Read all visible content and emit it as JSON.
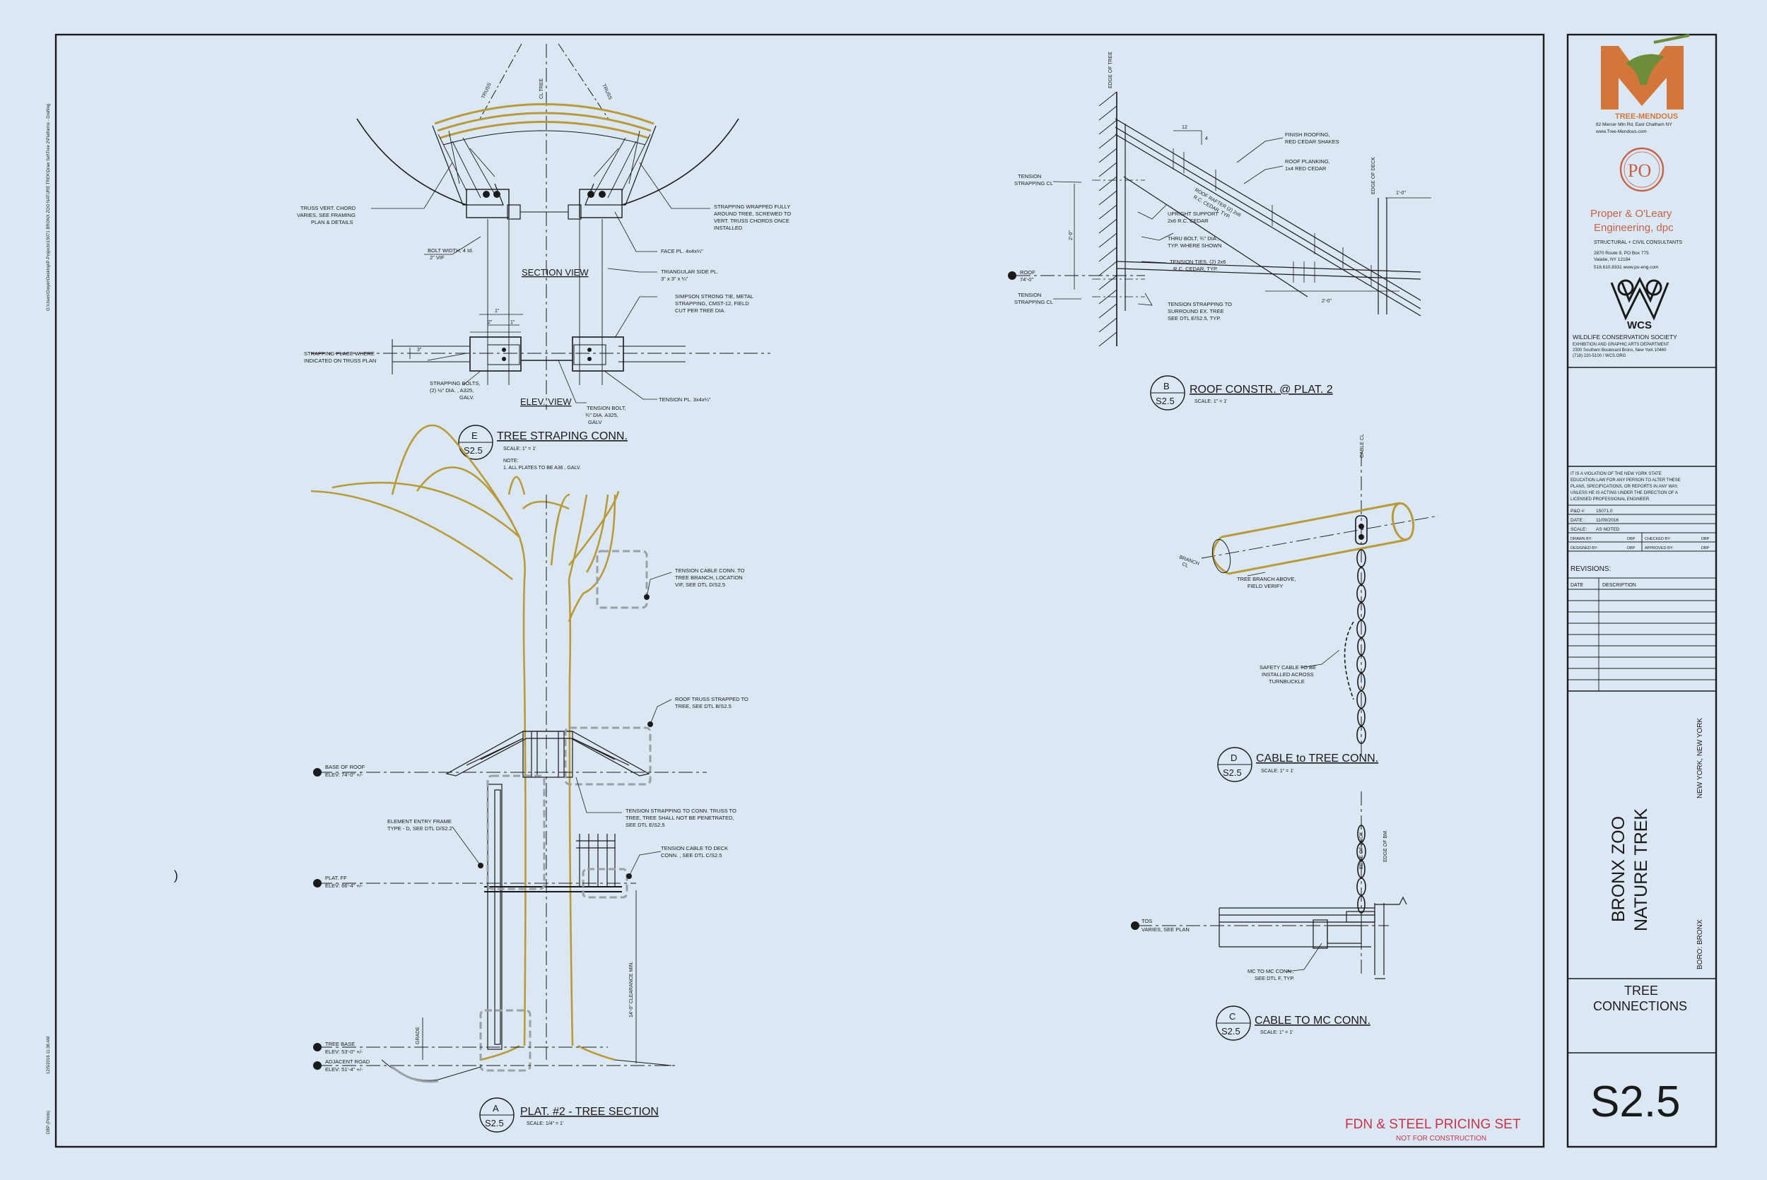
{
  "colors": {
    "background": "#dbe8f4",
    "line": "#1a1a1a",
    "tree": "#b99a3a",
    "logo_orange": "#d2763a",
    "po_red": "#c4624a",
    "stamp_red": "#c8324a"
  },
  "drawings": {
    "E": {
      "letter": "E",
      "sheet": "S2.5",
      "title": "TREE STRAPING CONN.",
      "scale": "SCALE: 1\" = 1'",
      "note_head": "NOTE:",
      "note": "1. ALL PLATES TO BE A36 , GALV.",
      "section_view": "SECTION VIEW",
      "elev_view": "ELEV. VIEW",
      "callouts": {
        "truss_vert": [
          "TRUSS VERT. CHORD",
          "VARIES, SEE FRAMING",
          "PLAN & DETAILS"
        ],
        "strapping_wrapped": [
          "STRAPPING WRAPPED FULLY",
          "AROUND TREE, SCREWED TO",
          "VERT. TRUSS CHORDS ONCE",
          "INSTALLED"
        ],
        "bolt_width": [
          "BOLT WIDTH, 4 Id.",
          "2\" VIF"
        ],
        "face_pl": "FACE PL. 4x4x¼\"",
        "triangular": [
          "TRIANGULAR SIDE PL.",
          "3\" x 3\" x ¼\""
        ],
        "simpson": [
          "SIMPSON STRONG TIE, METAL",
          "STRAPPING, CMST-12, FIELD",
          "CUT PER TREE DIA."
        ],
        "strapping_place": [
          "STRAPPING PLACE WHERE",
          "INDICATED ON TRUSS PLAN"
        ],
        "strapping_bolts": [
          "STRAPPING BOLTS,",
          "(2) ½\" DIA. , A325,",
          "GALV."
        ],
        "tension_bolt": [
          "TENSION BOLT,",
          "¾\" DIA. A325,",
          "GALV"
        ],
        "tension_pl": "TENSION PL. 3x4x¼\"",
        "dim_1": "1\"",
        "dim_2": "2\"",
        "dim_1b": "1\"",
        "dim_3": "3\""
      },
      "axis_labels": [
        "TRUSS",
        "CL TREE",
        "TRUSS"
      ]
    },
    "B": {
      "letter": "B",
      "sheet": "S2.5",
      "title": "ROOF CONSTR. @ PLAT. 2",
      "scale": "SCALE: 1\" = 1'",
      "callouts": {
        "edge_of_tree": "EDGE OF TREE",
        "finish_roofing": [
          "FINISH ROOFING,",
          "RED CEDAR SHAKES"
        ],
        "roof_planking": [
          "ROOF PLANKING,",
          "1x4 RED CEDAR"
        ],
        "roof_rafter": [
          "ROOF RAFTER (2) 2x6",
          "R.C. CEDAR, TYP."
        ],
        "edge_of_deck": "EDGE OF DECK",
        "tension_strapping": [
          "TENSION",
          "STRAPPING CL"
        ],
        "upright_support": [
          "UPRIGHT SUPPORT",
          "2x6 R.C. CEDAR"
        ],
        "thru_bolt": [
          "THRU BOLT, ¾\" DIA.,",
          "TYP. WHERE SHOWN"
        ],
        "tension_ties": [
          "TENSION TIES, (2) 2x6",
          "R.C. CEDAR, TYP."
        ],
        "roof_level": [
          "ROOF",
          "74'-0\""
        ],
        "tension_strapping_2": [
          "TENSION",
          "STRAPPING CL"
        ],
        "tension_to_surround": [
          "TENSION STRAPPING TO",
          "SURROUND EX. TREE",
          "SEE DTL E/S2.5, TYP."
        ],
        "dim_12": "12",
        "dim_4": "4",
        "dim_1_0": "1'-0\"",
        "dim_2_0": "2'-0\"",
        "dim_2_0b": "2'-0\""
      }
    },
    "A": {
      "letter": "A",
      "sheet": "S2.5",
      "title": "PLAT. #2 - TREE SECTION",
      "scale": "SCALE: 1/4\" = 1'",
      "callouts": {
        "tension_cable": [
          "TENSION CABLE CONN. TO",
          "TREE BRANCH, LOCATION",
          "VIF, SEE DTL D/S2.5"
        ],
        "roof_truss": [
          "ROOF TRUSS STRAPPED TO",
          "TREE, SEE DTL B/S2.5"
        ],
        "tension_strapping": [
          "TENSION STRAPPING TO CONN. TRUSS TO",
          "TREE, TREE SHALL NOT BE PENETRATED,",
          "SEE DTL E/S2.5"
        ],
        "element_entry": [
          "ELEMENT ENTRY FRAME",
          "TYPE - D, SEE DTL D/S2.2"
        ],
        "tension_cable_deck": [
          "TENSION CABLE TO DECK",
          "CONN. , SEE DTL C/S2.5"
        ],
        "clearance": "14'-0\" CLEARANCE MIN.",
        "grade": "GRADE"
      },
      "levels": {
        "base_roof": [
          "BASE OF ROOF",
          "ELEV: 74'-0\" +/-"
        ],
        "plat": [
          "PLAT. FF",
          "ELEV: 66'-4\" +/-"
        ],
        "tree_base": [
          "TREE BASE",
          "ELEV: 53'-0\" +/-"
        ],
        "adjacent_road": [
          "ADJACENT ROAD",
          "ELEV: 51'-4\" +/-"
        ]
      }
    },
    "D": {
      "letter": "D",
      "sheet": "S2.5",
      "title": "CABLE to TREE CONN.",
      "scale": "SCALE: 1\" = 1'",
      "callouts": {
        "cable": "CABLE CL",
        "branch": [
          "BRANCH",
          "CL"
        ],
        "tree_branch_above": [
          "TREE BRANCH ABOVE,",
          "FIELD VERIFY"
        ],
        "safety_cable": [
          "SAFETY CABLE TO BE",
          "INSTALLED ACROSS",
          "TURNBUCKLE"
        ]
      }
    },
    "C": {
      "letter": "C",
      "sheet": "S2.5",
      "title": "CABLE TO MC CONN.",
      "scale": "SCALE: 1\" = 1'",
      "callouts": {
        "edge_of_deck": "EDGE OF DECK",
        "edge_of_bm": "EDGE OF BM.",
        "tos": [
          "TOS",
          "VARIES, SEE PLAN"
        ],
        "mc_to_mc": [
          "MC TO MC CONN.,",
          "SEE DTL F, TYP."
        ]
      }
    }
  },
  "stamp": {
    "line1": "FDN & STEEL PRICING SET",
    "line2": "NOT FOR CONSTRUCTION"
  },
  "title_block": {
    "tree_mendous": {
      "logo_letter": "M",
      "name": "TREE-MENDOUS",
      "address": "82 Mercer Mtn Rd, East Chatham NY",
      "web": "www.Tree-Mendous.com"
    },
    "po": {
      "logo": "PO",
      "name_line1": "Proper & O'Leary",
      "name_line2": "Engineering, dpc",
      "subtitle": "STRUCTURAL + CIVIL CONSULTANTS",
      "address1": "2870 Route 9, PO Box 775",
      "address2": "Valatie, NY 12184",
      "phone": "518.610.8331    www.po-eng.com"
    },
    "wcs": {
      "logo": "WCS",
      "name": "WILDLIFE CONSERVATION SOCIETY",
      "dept": "EXHIBITION AND GRAPHIC ARTS DEPARTMENT",
      "address": "2300 Southern Boulevard Bronx, New York 10460",
      "phone": "(718) 220-5100 / WCS.ORG"
    },
    "legal": "IT IS A VIOLATION OF THE NEW YORK STATE EDUCATION LAW FOR ANY PERSON TO ALTER THESE PLANS, SPECIFICATIONS, OR REPORTS IN ANY WAY, UNLESS HE IS ACTING UNDER THE DIRECTION OF A LICENSED PROFESSIONAL ENGINEER.",
    "po_number_label": "P&O #:",
    "po_number": "15071.0",
    "date_label": "DATE :",
    "date": "11/09/2016",
    "scale_label": "SCALE:",
    "scale": "AS NOTED",
    "drawn_by_label": "DRAWN BY:",
    "drawn_by": "DBP",
    "checked_by_label": "CHECKED BY:",
    "checked_by": "DBP",
    "designed_by_label": "DESIGNED BY:",
    "designed_by": "DBP",
    "approved_by_label": "APPROVED BY:",
    "approved_by": "DBP",
    "revisions_label": "REVISIONS:",
    "rev_date_col": "DATE",
    "rev_desc_col": "DESCRIPTION",
    "project_line1": "BRONX ZOO",
    "project_line2": "NATURE TREK",
    "location": "NEW YORK, NEW YORK",
    "boro": "BORO: BRONX",
    "sheet_title_line1": "TREE",
    "sheet_title_line2": "CONNECTIONS",
    "sheet_number": "S2.5"
  },
  "margin_text": {
    "left_top": "G:\\Users\\Dwyer\\Desktop\\P-Projects\\15071 BRONX ZOO NATURE TREK\\Draw Set\\Tree 2\\Platforms - Drafting",
    "left_date": "12/5/2016 11:36 AM",
    "left_bottom": "DBP (Prints)"
  }
}
